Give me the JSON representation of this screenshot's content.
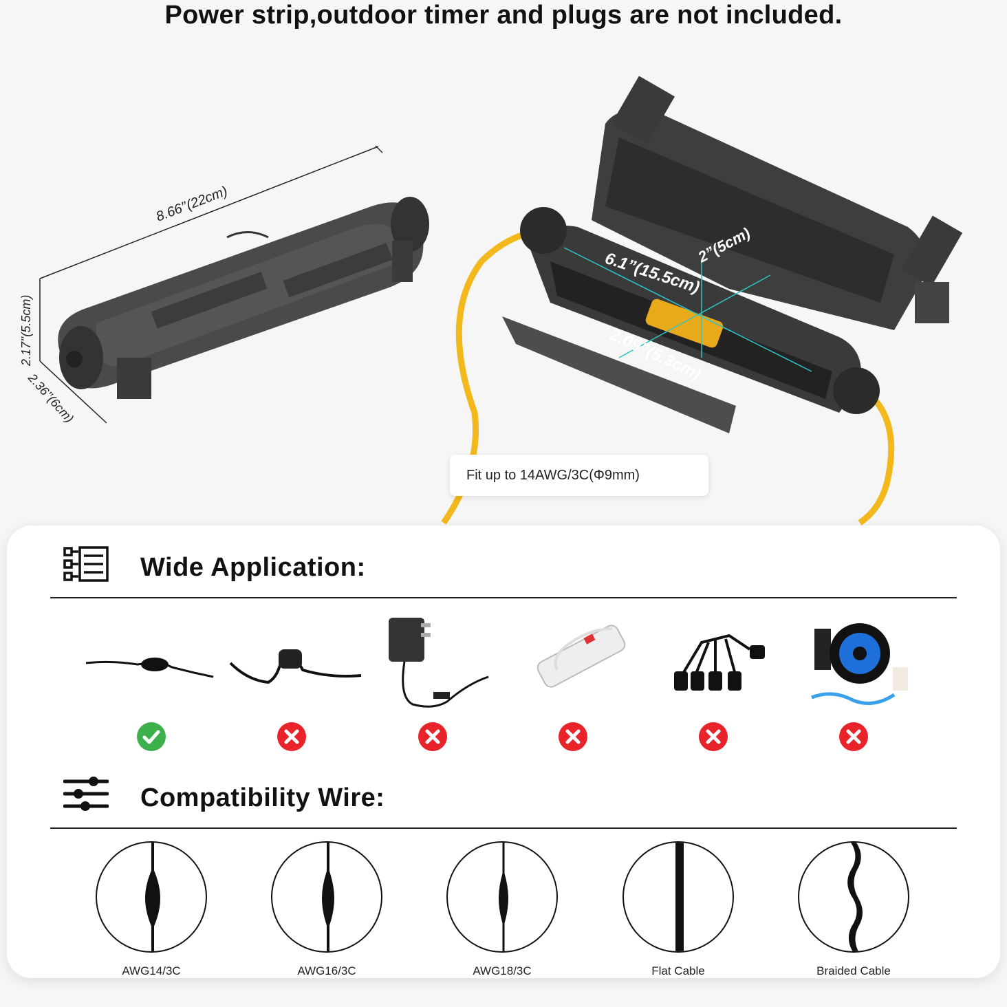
{
  "headline": "Power strip,outdoor timer and plugs are not included.",
  "dimensions": {
    "length": "8.66’’(22cm)",
    "height": "2.17’’(5.5cm)",
    "width": "2.36’’(6cm)",
    "inner_length": "6.1”(15.5cm)",
    "inner_depth": "2”(5cm)",
    "inner_width": "2.09”(5.3cm)"
  },
  "fit_label": "Fit up to 14AWG/3C(Φ9mm)",
  "wide_application": {
    "title": "Wide Application:",
    "icon": "list-tree-icon",
    "items": [
      {
        "name": "extension-cord",
        "icon": "extension-cord-icon",
        "compatible": true
      },
      {
        "name": "outlet-plug-cord",
        "icon": "plug-cord-icon",
        "compatible": false
      },
      {
        "name": "power-adapter",
        "icon": "power-adapter-icon",
        "compatible": false
      },
      {
        "name": "power-strip",
        "icon": "power-strip-icon",
        "compatible": false
      },
      {
        "name": "splitter-cord",
        "icon": "splitter-cord-icon",
        "compatible": false
      },
      {
        "name": "cord-reel",
        "icon": "cord-reel-icon",
        "compatible": false
      }
    ]
  },
  "compatibility_wire": {
    "title": "Compatibility Wire:",
    "icon": "sliders-icon",
    "items": [
      {
        "label": "AWG14/3C",
        "type": "bulge"
      },
      {
        "label": "AWG16/3C",
        "type": "bulge"
      },
      {
        "label": "AWG18/3C",
        "type": "bulge"
      },
      {
        "label": "Flat Cable",
        "type": "flat"
      },
      {
        "label": "Braided Cable",
        "type": "braided"
      }
    ]
  },
  "colors": {
    "check": "#3cb04a",
    "cross": "#e8232a",
    "cable": "#f2b81c",
    "box": "#454545"
  }
}
